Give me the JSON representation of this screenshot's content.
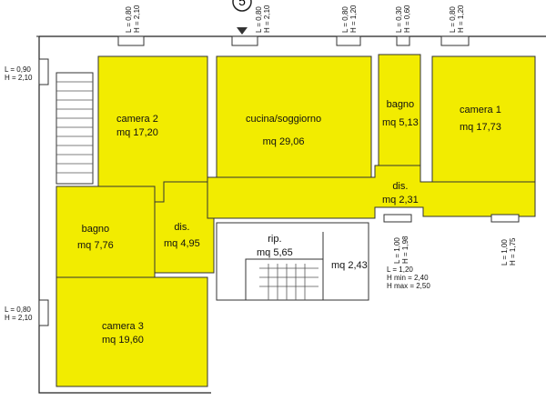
{
  "colors": {
    "room_fill": "#f2ec00",
    "wall": "#222222",
    "background": "#ffffff"
  },
  "marker": "5",
  "rooms": [
    {
      "id": "camera2",
      "name": "camera 2",
      "area": "mq 17,20"
    },
    {
      "id": "cucina",
      "name": "cucina/soggiorno",
      "area": "mq 29,06"
    },
    {
      "id": "bagno-top",
      "name": "bagno",
      "area": "mq 5,13"
    },
    {
      "id": "camera1",
      "name": "camera 1",
      "area": "mq 17,73"
    },
    {
      "id": "dis-right",
      "name": "dis.",
      "area": "mq 2,31"
    },
    {
      "id": "bagno-left",
      "name": "bagno",
      "area": "mq 7,76"
    },
    {
      "id": "dis-left",
      "name": "dis.",
      "area": "mq 4,95"
    },
    {
      "id": "rip",
      "name": "rip.",
      "area": "mq 5,65"
    },
    {
      "id": "landing",
      "name": "",
      "area": "mq 2,43"
    },
    {
      "id": "camera3",
      "name": "camera 3",
      "area": "mq 19,60"
    }
  ],
  "windows": [
    {
      "l": "L = 0,80",
      "h": "H = 2,10"
    },
    {
      "l": "L = 0,80",
      "h": "H = 2,10"
    },
    {
      "l": "L = 0,80",
      "h": "H = 1,20"
    },
    {
      "l": "L = 0,30",
      "h": "H = 0,60"
    },
    {
      "l": "L = 0,80",
      "h": "H = 1,20"
    },
    {
      "l": "L = 0,90",
      "h": "H = 2,10"
    },
    {
      "l": "L = 0,80",
      "h": "H = 2,10"
    },
    {
      "l": "L = 1,00",
      "h": "H = 1,98"
    },
    {
      "l": "L = 1,00",
      "h": "H = 1,75"
    }
  ],
  "door": {
    "l": "L = 1,20",
    "hmin": "H min = 2,40",
    "hmax": "H max = 2,50"
  }
}
